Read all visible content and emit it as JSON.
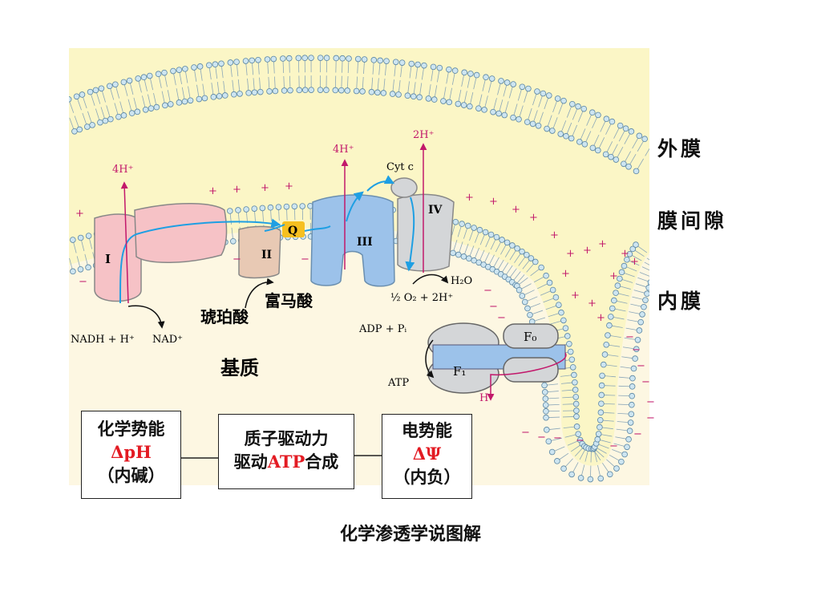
{
  "labels": {
    "outer_membrane": "外膜",
    "intermembrane_space": "膜间隙",
    "inner_membrane": "内膜",
    "matrix": "基质",
    "complex_1": "I",
    "complex_2": "II",
    "complex_3": "III",
    "complex_4": "IV",
    "ubiquinone": "Q",
    "cyt_c": "Cyt c",
    "h4_left": "4H⁺",
    "h4_mid": "4H⁺",
    "h2": "2H⁺",
    "h_out": "H⁺",
    "nadh": "NADH + H⁺",
    "nad": "NAD⁺",
    "succinate": "琥珀酸",
    "fumarate": "富马酸",
    "h2o": "H₂O",
    "o2": "½ O₂ + 2H⁺",
    "adp": "ADP + Pᵢ",
    "atp": "ATP",
    "fo": "F₀",
    "f1": "F₁",
    "plus": "+",
    "minus": "−"
  },
  "boxes": {
    "chemical": {
      "line1": "化学势能",
      "line2": "ΔpH",
      "line3": "（内碱）"
    },
    "proton": {
      "line1": "质子驱动力",
      "line2_pre": "驱动",
      "line2_red": "ATP",
      "line2_post": "合成"
    },
    "electric": {
      "line1": "电势能",
      "line2": "ΔΨ",
      "line3": "（内负）"
    }
  },
  "caption": "化学渗透学说图解",
  "colors": {
    "space": "#fbf6c6",
    "matrix": "#fdf7e2",
    "lipid_head": "#cde5f1",
    "lipid_stroke": "#5b86a3",
    "complex1": "#f6c2c6",
    "complex2": "#e8c9b4",
    "complex3": "#9cc2ea",
    "complex4": "#d4d6d8",
    "q_box": "#f6c020",
    "electron": "#1e9fe3",
    "proton": "#c2186b",
    "red_text": "#e31b23"
  }
}
